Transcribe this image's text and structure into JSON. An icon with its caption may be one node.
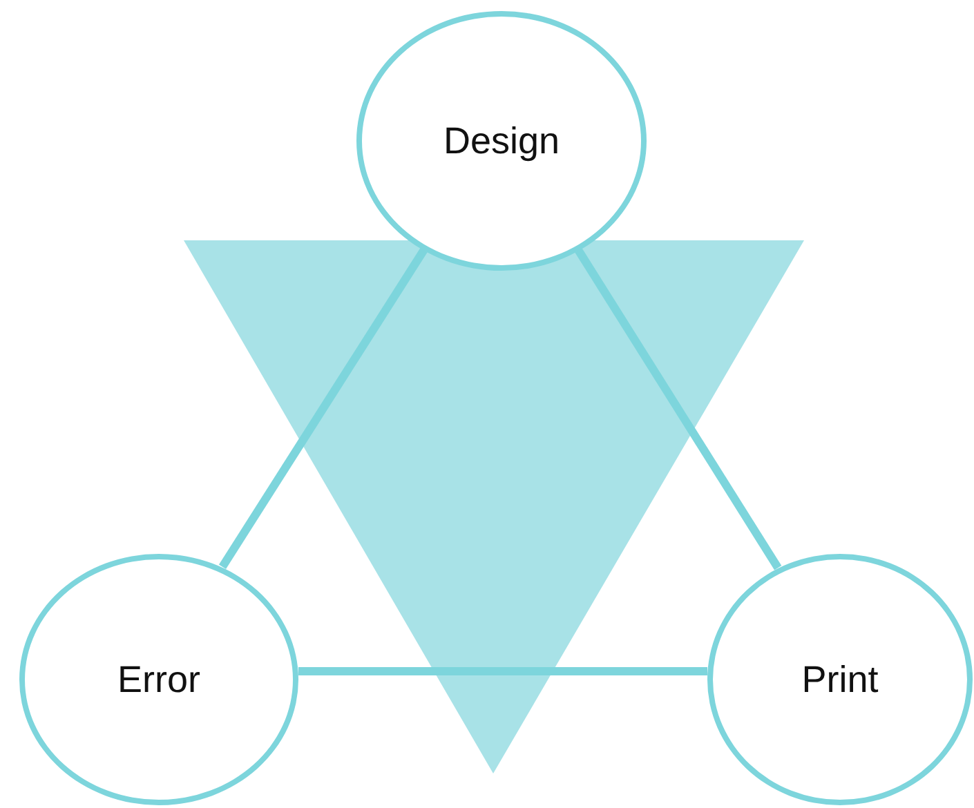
{
  "diagram": {
    "nodes": [
      {
        "text": [
          "Design"
        ]
      },
      {
        "text": [
          "Error"
        ]
      },
      {
        "text": [
          "Print"
        ]
      }
    ],
    "edges": [
      {
        "from": 0,
        "to": 1,
        "arrow": "none"
      },
      {
        "from": 0,
        "to": 2,
        "arrow": "none"
      },
      {
        "from": 1,
        "to": 2,
        "arrow": "none"
      }
    ]
  }
}
